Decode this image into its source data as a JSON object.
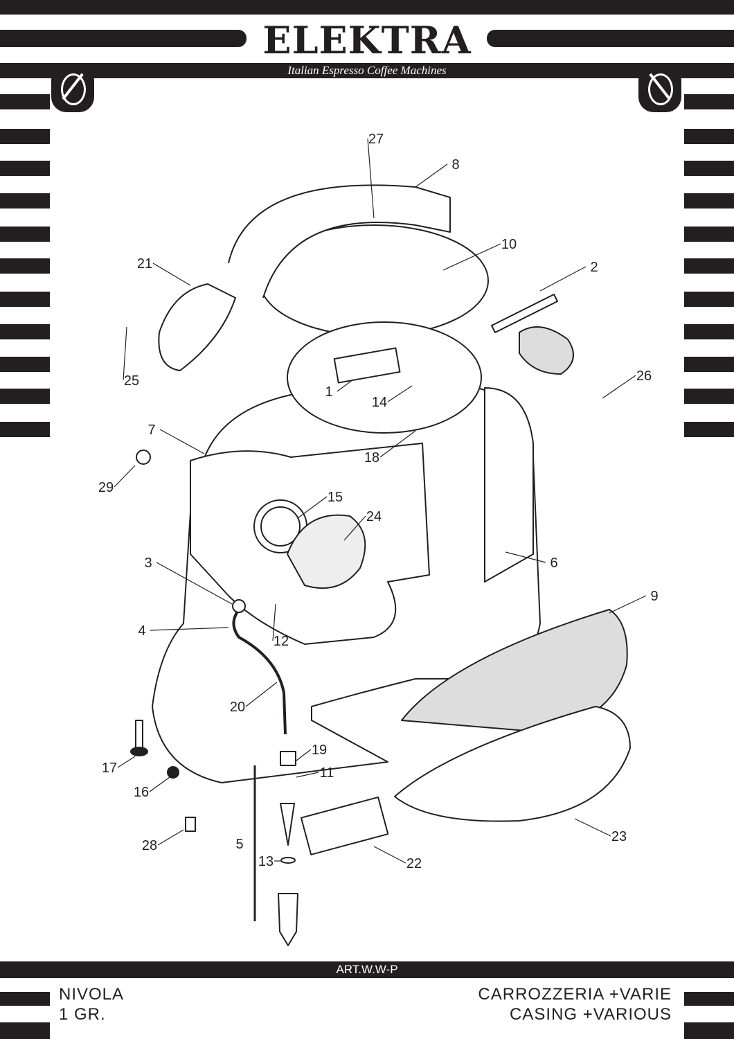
{
  "header": {
    "brand": "ELEKTRA",
    "tagline": "Italian Espresso Coffee Machines"
  },
  "footer": {
    "article_code": "ART.W.W-P",
    "model": "NIVOLA",
    "groups": "1 GR.",
    "section_it": "CARROZZERIA +VARIE",
    "section_en": "CASING +VARIOUS"
  },
  "callouts": [
    "27",
    "8",
    "10",
    "2",
    "21",
    "25",
    "26",
    "1",
    "14",
    "7",
    "18",
    "29",
    "15",
    "24",
    "3",
    "6",
    "9",
    "4",
    "12",
    "20",
    "17",
    "19",
    "11",
    "16",
    "23",
    "28",
    "5",
    "13",
    "22"
  ]
}
